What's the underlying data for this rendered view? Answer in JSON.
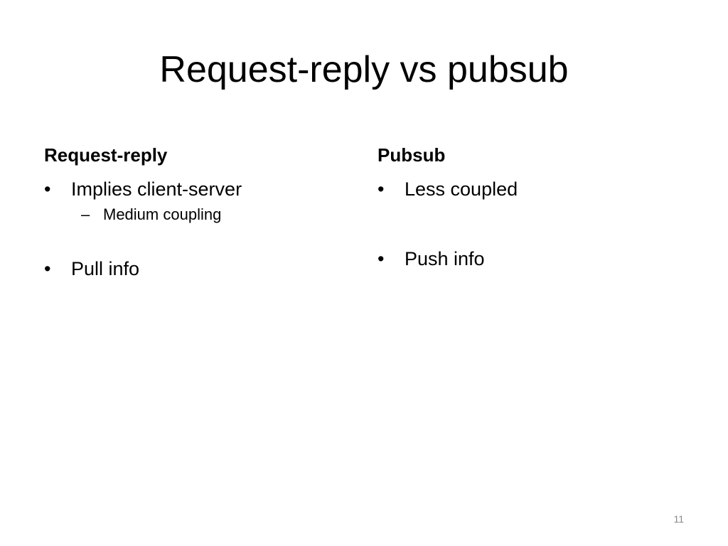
{
  "slide": {
    "title": "Request-reply vs pubsub",
    "left": {
      "heading": "Request-reply",
      "bullet1": "Implies client-server",
      "sub1": "Medium coupling",
      "bullet2": "Pull info"
    },
    "right": {
      "heading": "Pubsub",
      "bullet1": "Less coupled",
      "bullet2": "Push info"
    },
    "bullet_glyph": "•",
    "sub_glyph": "–",
    "page_number": "11"
  }
}
